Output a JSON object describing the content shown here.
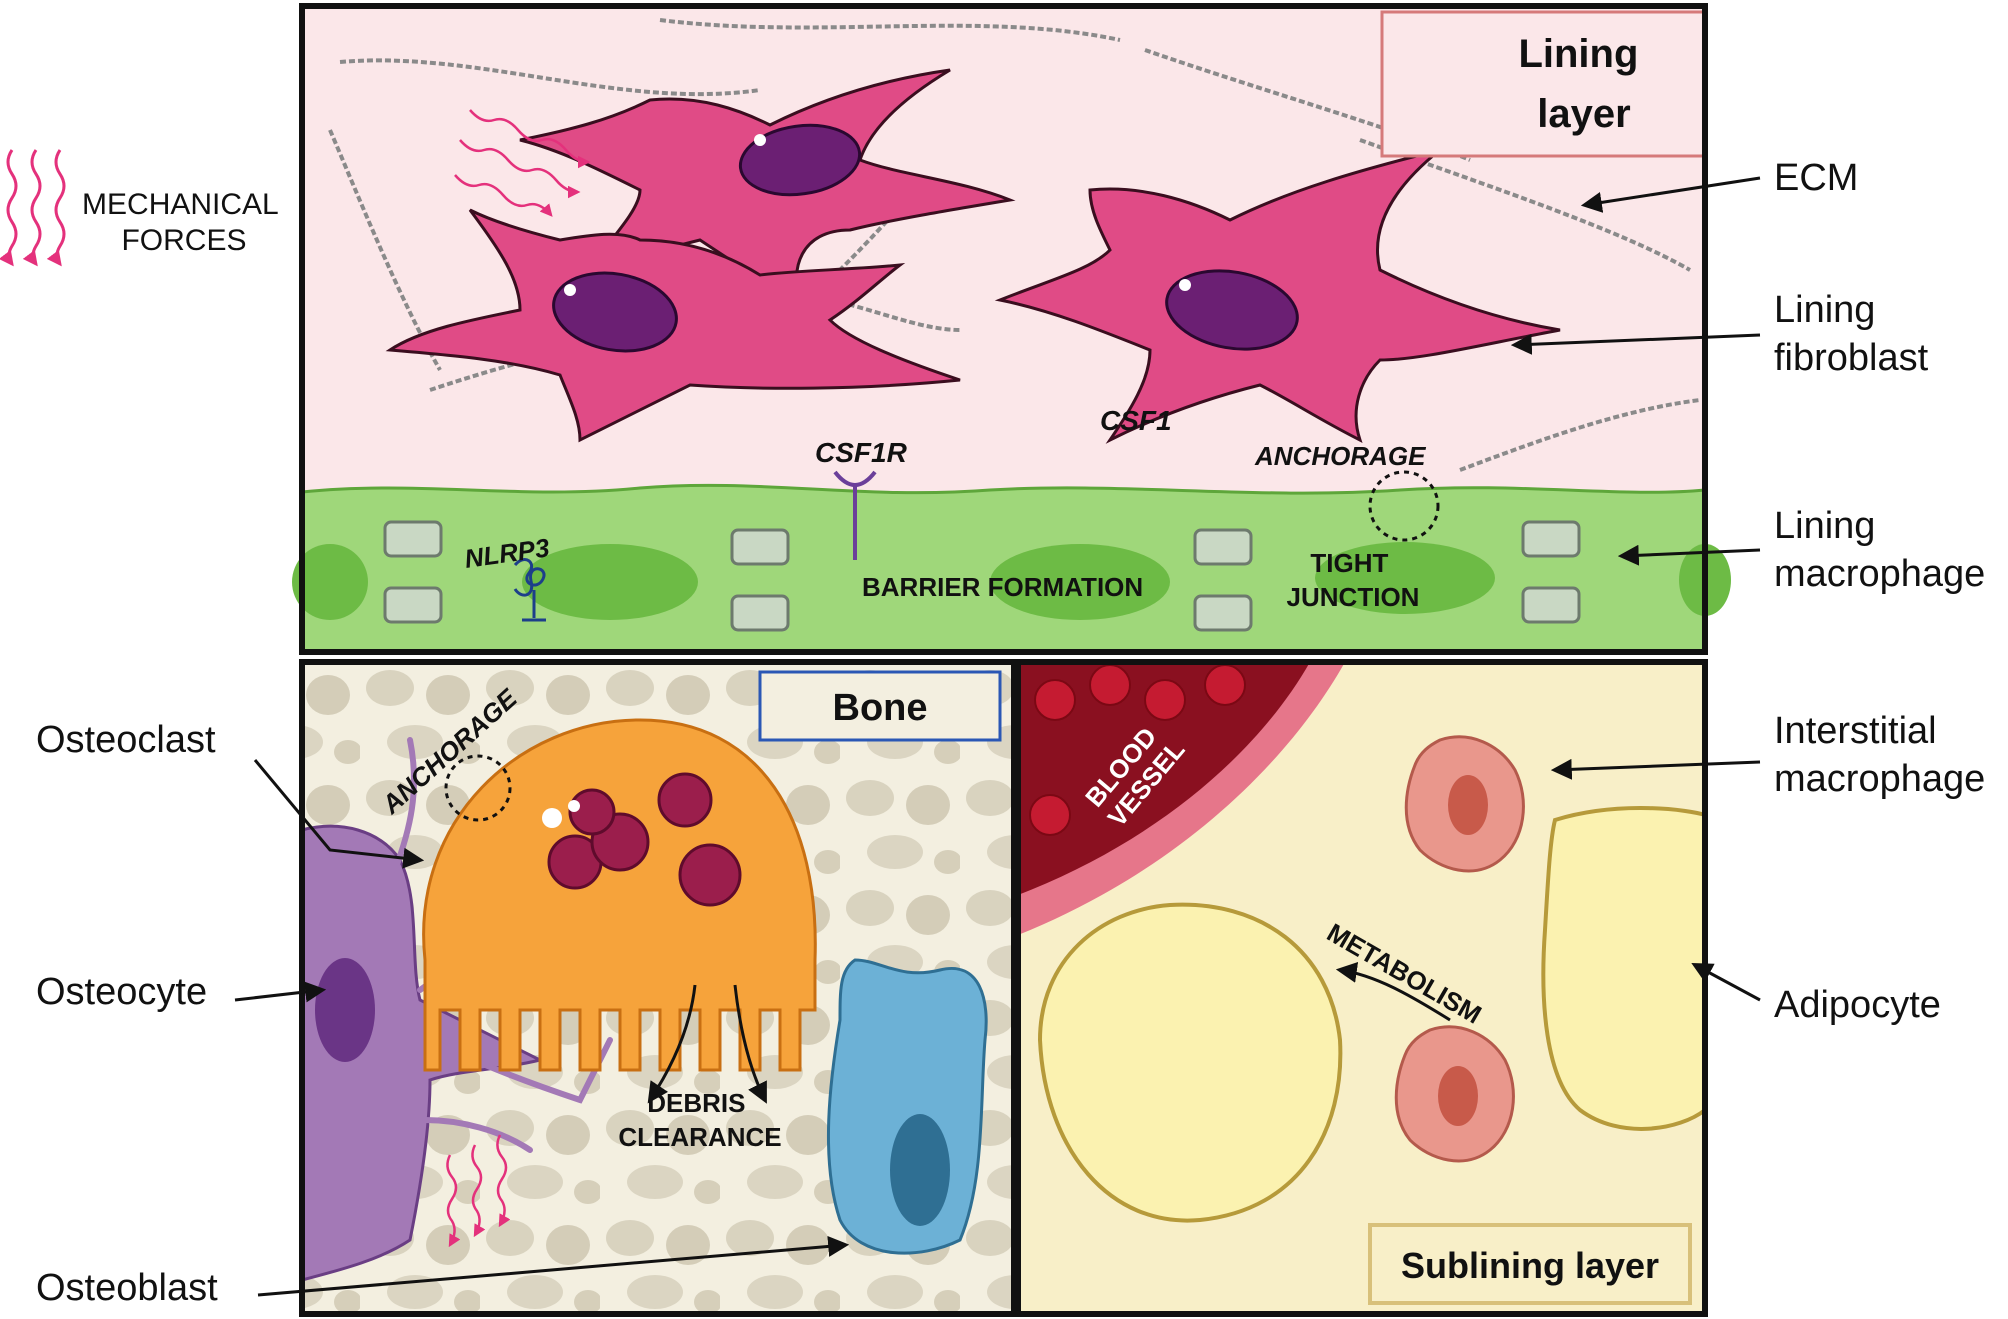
{
  "mechanical_forces": [
    "MECHANICAL",
    "FORCES"
  ],
  "panels": {
    "lining_title": [
      "Lining",
      "layer"
    ],
    "bone_title": "Bone",
    "sublining_title": "Sublining layer"
  },
  "right_labels": {
    "ecm": "ECM",
    "lining_fibroblast": [
      "Lining",
      "fibroblast"
    ],
    "lining_macrophage": [
      "Lining",
      "macrophage"
    ],
    "interstitial_macrophage": [
      "Interstitial",
      "macrophage"
    ],
    "adipocyte": "Adipocyte"
  },
  "left_labels": {
    "osteoclast": "Osteoclast",
    "osteocyte": "Osteocyte",
    "osteoblast": "Osteoblast"
  },
  "annotations": {
    "csf1": "CSF1",
    "csf1r": "CSF1R",
    "nlrp3": "NLRP3",
    "anchorage_top": "ANCHORAGE",
    "anchorage_bone": "ANCHORAGE",
    "barrier_formation": "BARRIER FORMATION",
    "tight_junction": [
      "TIGHT",
      "JUNCTION"
    ],
    "debris_clearance": [
      "DEBRIS",
      "CLEARANCE"
    ],
    "blood_vessel": [
      "BLOOD",
      "VESSEL"
    ],
    "metabolism": "METABOLISM"
  },
  "colors": {
    "lining_bg": "#fbe7e9",
    "fibroblast": "#e04b86",
    "nucleus": "#6b1f73",
    "macrophage": "#9fd77a",
    "bone_bg": "#f3efe0",
    "osteoclast": "#f6a33b",
    "osteocyte": "#a379b6",
    "osteoblast": "#6cb1d6",
    "sublining_bg": "#f8efc8",
    "adipocyte": "#fbf2b0",
    "interstitial_macrophage": "#e9978c",
    "vessel": "#a5162a",
    "mechanical": "#e4317c"
  }
}
